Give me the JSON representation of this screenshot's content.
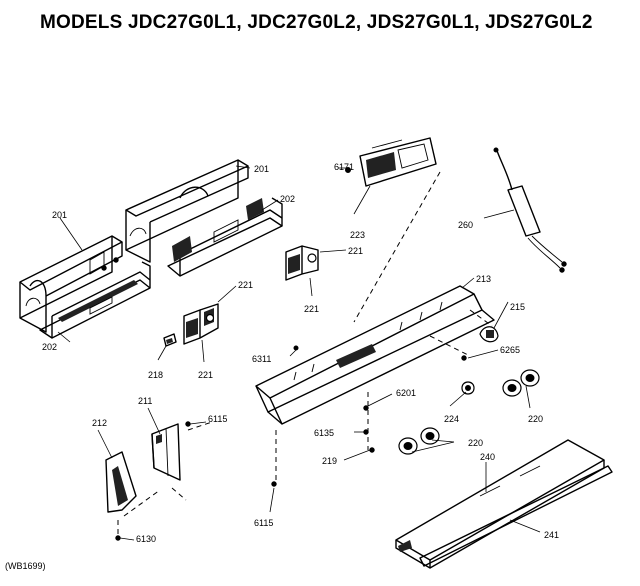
{
  "title": "MODELS JDC27G0L1, JDC27G0L2, JDS27G0L1, JDS27G0L2",
  "footnote": "(WB1699)",
  "callouts": {
    "c201_left": "201",
    "c201_right": "201",
    "c202_right": "202",
    "c202_left": "202",
    "c221_a": "221",
    "c221_b": "221",
    "c221_c": "221",
    "c221_d": "221",
    "c6171": "6171",
    "c223": "223",
    "c260": "260",
    "c213": "213",
    "c215": "215",
    "c6265": "6265",
    "c218": "218",
    "c6311": "6311",
    "c6201": "6201",
    "c224": "224",
    "c220_a": "220",
    "c220_b": "220",
    "c211": "211",
    "c6115_a": "6115",
    "c6135": "6135",
    "c212": "212",
    "c219": "219",
    "c240": "240",
    "c6115_b": "6115",
    "c6130": "6130",
    "c241": "241"
  }
}
